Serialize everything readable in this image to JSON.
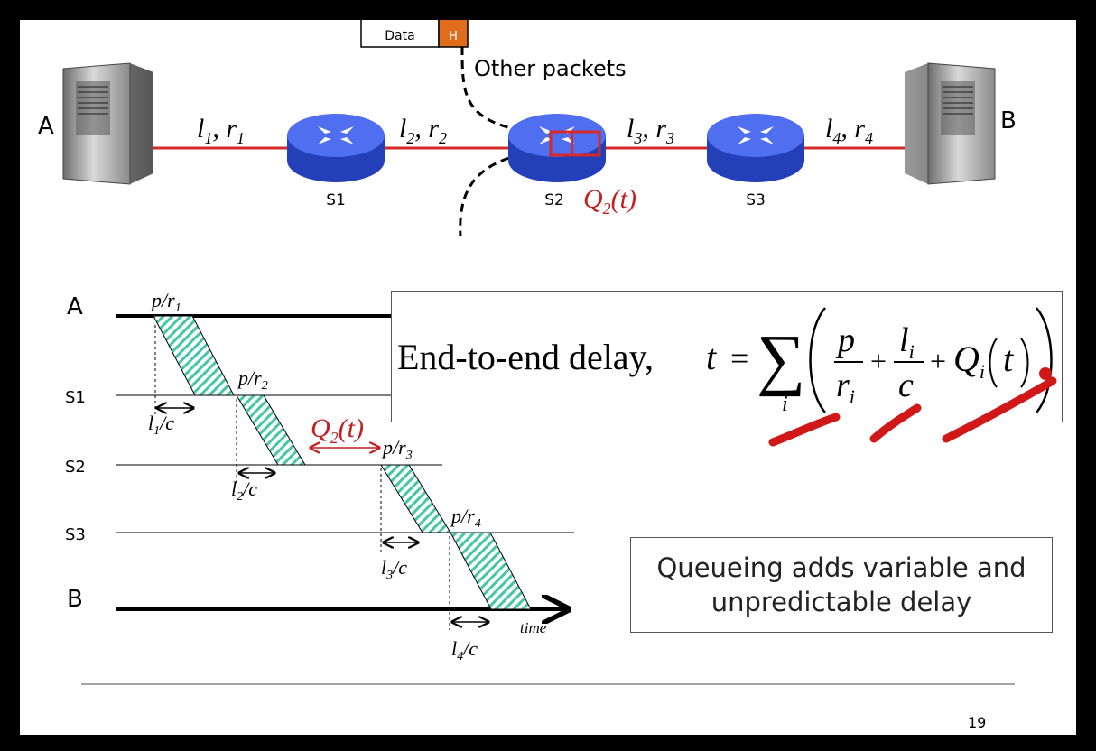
{
  "colors": {
    "link": "#d42a2a",
    "router": "#3d5ce8",
    "hatch": "#45c7a6",
    "label_red": "#c41e1e",
    "header": "#e06d1c"
  },
  "packet": {
    "data_label": "Data",
    "header_label": "H"
  },
  "network": {
    "other_packets": "Other packets",
    "host_a": "A",
    "host_b": "B",
    "switches": [
      "S1",
      "S2",
      "S3"
    ],
    "links": [
      {
        "l": "l",
        "lsub": "1",
        "r": "r",
        "rsub": "1"
      },
      {
        "l": "l",
        "lsub": "2",
        "r": "r",
        "rsub": "2"
      },
      {
        "l": "l",
        "lsub": "3",
        "r": "r",
        "rsub": "3"
      },
      {
        "l": "l",
        "lsub": "4",
        "r": "r",
        "rsub": "4"
      }
    ],
    "queue_label": {
      "q": "Q",
      "sub": "2",
      "arg": "(t)"
    }
  },
  "timing": {
    "rows": [
      "A",
      "S1",
      "S2",
      "S3",
      "B"
    ],
    "transmission_labels": [
      {
        "num": "p/r",
        "sub": "1"
      },
      {
        "num": "p/r",
        "sub": "2"
      },
      {
        "num": "p/r",
        "sub": "3"
      },
      {
        "num": "p/r",
        "sub": "4"
      }
    ],
    "propagation_labels": [
      {
        "l": "l",
        "sub": "1",
        "rest": "/c"
      },
      {
        "l": "l",
        "sub": "2",
        "rest": "/c"
      },
      {
        "l": "l",
        "sub": "3",
        "rest": "/c"
      },
      {
        "l": "l",
        "sub": "4",
        "rest": "/c"
      }
    ],
    "queue_label": {
      "q": "Q",
      "sub": "2",
      "arg": "(t)"
    },
    "time_label": "time"
  },
  "equation": {
    "prefix": "End-to-end delay,",
    "t": "t",
    "equals": "=",
    "sigma": "∑",
    "index": "i",
    "p": "p",
    "r": "r",
    "l": "l",
    "c": "c",
    "Q": "Q",
    "arg": "t",
    "plus": "+"
  },
  "note": {
    "line1": "Queueing adds variable and",
    "line2": "unpredictable delay"
  },
  "page_number": "19"
}
